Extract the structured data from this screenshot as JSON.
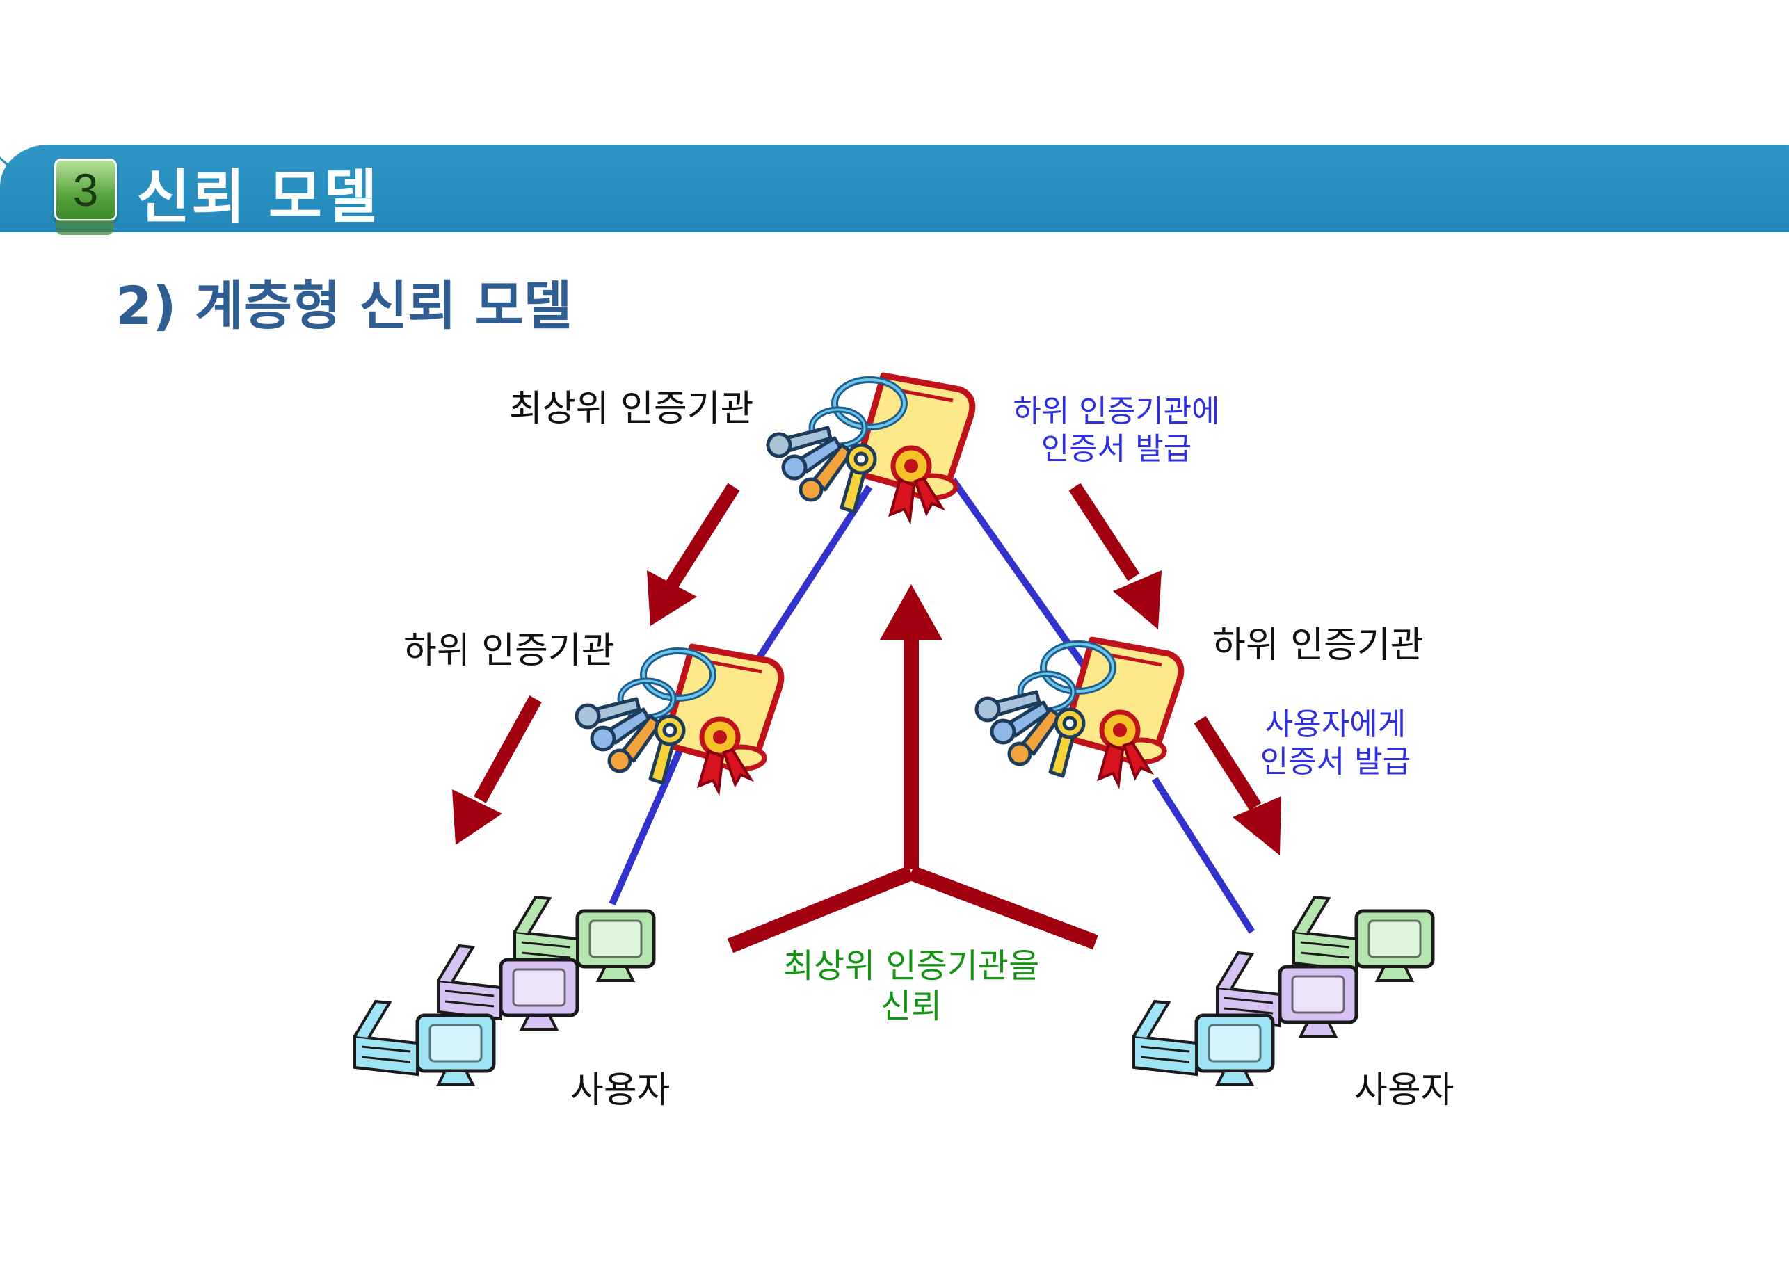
{
  "section": {
    "number": "3",
    "title": "신뢰 모델"
  },
  "subtitle": "2) 계층형 신뢰 모델",
  "diagram": {
    "root_ca": "최상위 인증기관",
    "sub_ca_left": "하위 인증기관",
    "sub_ca_right": "하위 인증기관",
    "issue_to_sub": [
      "하위 인증기관에",
      "인증서 발급"
    ],
    "issue_to_user": [
      "사용자에게",
      "인증서 발급"
    ],
    "trust_root": [
      "최상위 인증기관을",
      "신뢰"
    ],
    "users_left": "사용자",
    "users_right": "사용자"
  },
  "colors": {
    "header": "#2a8fc0",
    "subtitle": "#2f5e93",
    "arrow": "#a00010",
    "link": "#3232cc",
    "issue_text": "#2f2fe0",
    "trust_text": "#129412"
  }
}
